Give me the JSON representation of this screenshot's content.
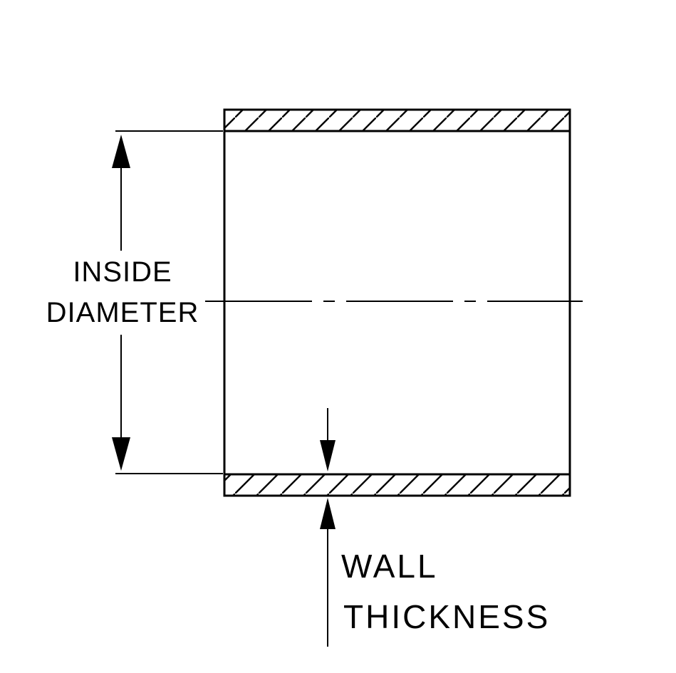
{
  "diagram": {
    "title": "Hose coupler cross-section dimension diagram",
    "background_color": "#ffffff",
    "line_color": "#000000",
    "labels": {
      "inside_diameter": {
        "line1": "INSIDE",
        "line2": "DIAMETER"
      },
      "wall_thickness": {
        "line1": "WALL",
        "line2": "THICKNESS"
      }
    }
  }
}
